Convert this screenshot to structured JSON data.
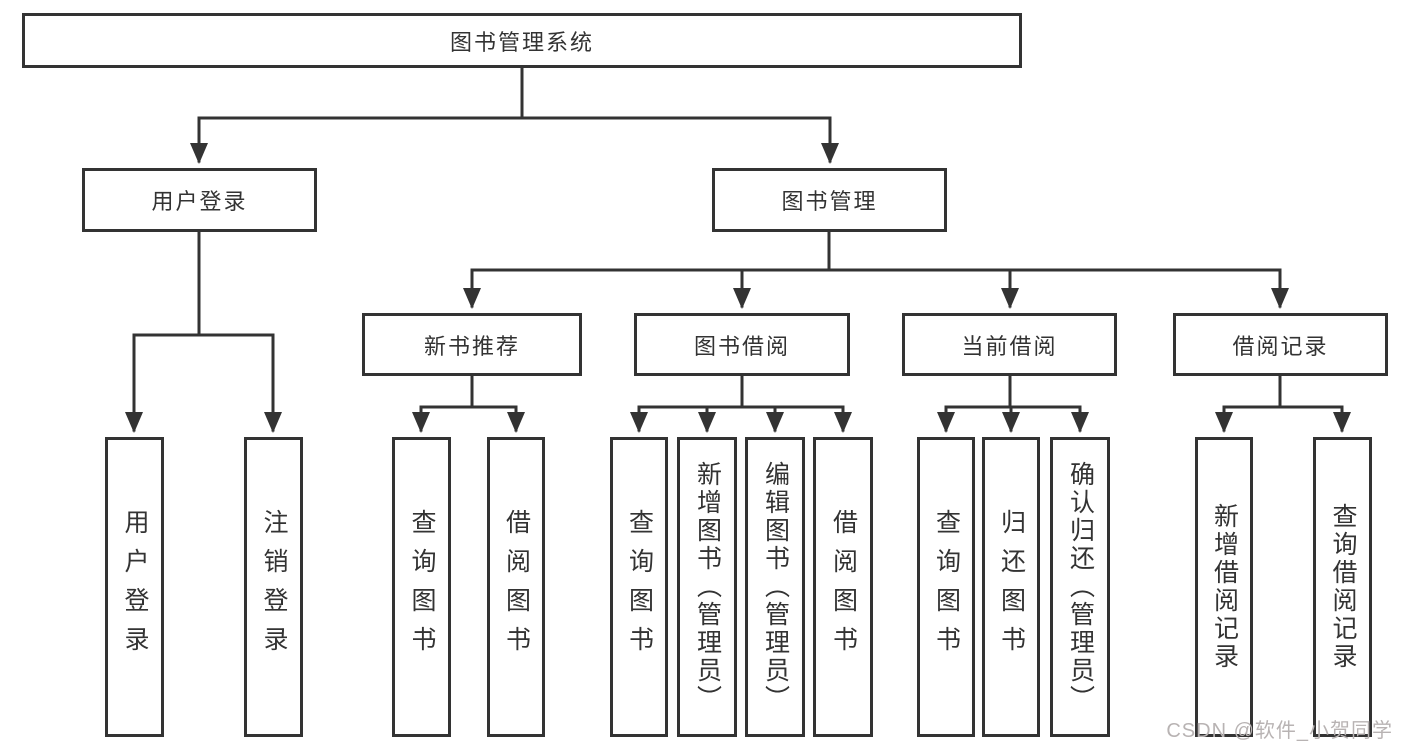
{
  "diagram": {
    "root": {
      "label": "图书管理系统"
    },
    "branches": [
      {
        "label": "用户登录",
        "children": [
          {
            "label": "用户登录"
          },
          {
            "label": "注销登录"
          }
        ]
      },
      {
        "label": "图书管理",
        "sections": [
          {
            "label": "新书推荐",
            "children": [
              {
                "label": "查询图书"
              },
              {
                "label": "借阅图书"
              }
            ]
          },
          {
            "label": "图书借阅",
            "children": [
              {
                "label": "查询图书"
              },
              {
                "label": "新增图书（管理员）"
              },
              {
                "label": "编辑图书（管理员）"
              },
              {
                "label": "借阅图书"
              }
            ]
          },
          {
            "label": "当前借阅",
            "children": [
              {
                "label": "查询图书"
              },
              {
                "label": "归还图书"
              },
              {
                "label": "确认归还（管理员）"
              }
            ]
          },
          {
            "label": "借阅记录",
            "children": [
              {
                "label": "新增借阅记录"
              },
              {
                "label": "查询借阅记录"
              }
            ]
          }
        ]
      }
    ],
    "watermark": {
      "text": "CSDN @软件_小贺同学"
    },
    "colors": {
      "line": "#333333",
      "text": "#333333",
      "watermark": "#b8b3b3",
      "background": "#ffffff"
    }
  }
}
